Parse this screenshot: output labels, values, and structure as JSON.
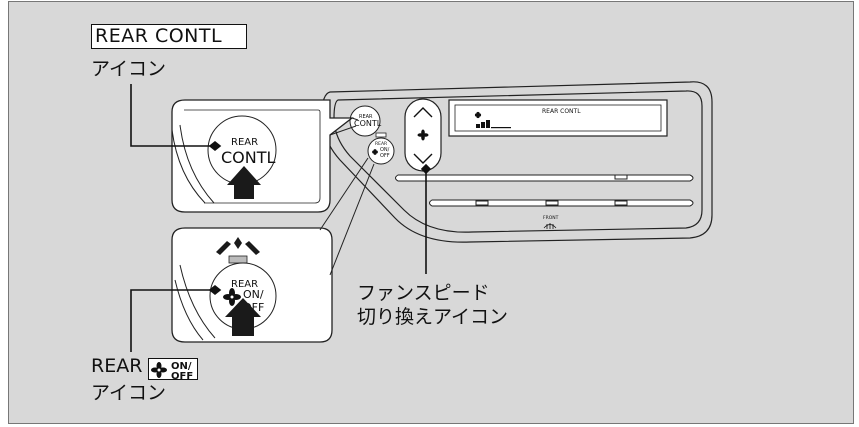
{
  "top_label": {
    "key": "REAR CONTL",
    "suffix": "アイコン"
  },
  "bottom_label": {
    "prefix": "REAR",
    "icon_text_top": "ON/",
    "icon_text_bottom": "OFF",
    "suffix": "アイコン"
  },
  "fan_label": {
    "line1": "ファンスピード",
    "line2": "切り換えアイコン"
  },
  "panel": {
    "display_title": "REAR CONTL",
    "front_label": "FRONT",
    "btn_rear_top": "REAR",
    "btn_rear_bottom": "CONTL",
    "btn_onoff_top": "REAR",
    "btn_onoff_on": "ON/",
    "btn_onoff_off": "OFF"
  },
  "zoom_top": {
    "top": "REAR",
    "bottom": "CONTL"
  },
  "zoom_bottom": {
    "top": "REAR",
    "on": "ON/",
    "off": "OFF"
  },
  "colors": {
    "background": "#d8d8d8",
    "line": "#111111",
    "button_face": "#ffffff",
    "arrow": "#1a1a1a"
  },
  "icons": [
    "fan-icon",
    "up-arrow-icon",
    "down-arrow-icon",
    "defrost-icon",
    "press-arrow-icon",
    "blink-indicator-icon"
  ]
}
